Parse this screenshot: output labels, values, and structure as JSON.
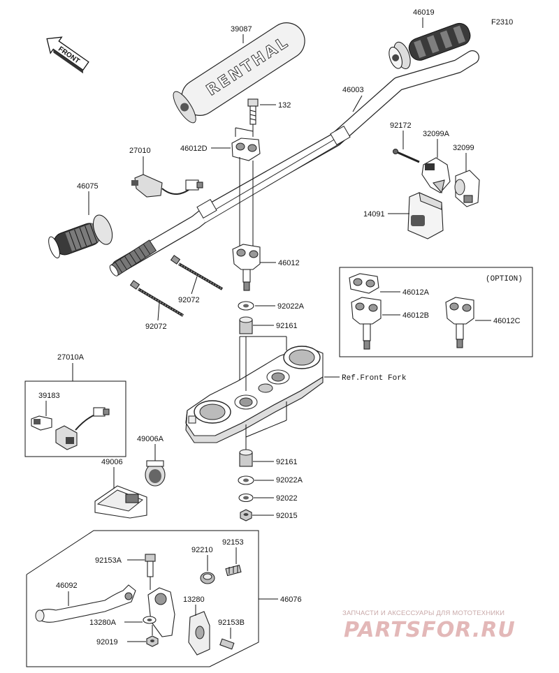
{
  "diagram_code": "F2310",
  "front_label": "FRONT",
  "bar_pad_text": "RENTHAL",
  "option_label": "(OPTION)",
  "ref_text": "Ref.Front Fork",
  "parts": {
    "p39087": "39087",
    "p46019": "46019",
    "p132": "132",
    "p46003": "46003",
    "p46012D": "46012D",
    "p27010": "27010",
    "p92172": "92172",
    "p32099A": "32099A",
    "p32099": "32099",
    "p46075": "46075",
    "p14091": "14091",
    "p46012": "46012",
    "p46012A": "46012A",
    "p46012B": "46012B",
    "p46012C": "46012C",
    "p92072a": "92072",
    "p92072b": "92072",
    "p92022A_top": "92022A",
    "p92161_top": "92161",
    "p27010A": "27010A",
    "p39183": "39183",
    "p49006A": "49006A",
    "p49006": "49006",
    "p92161_bot": "92161",
    "p92022A_bot": "92022A",
    "p92022": "92022",
    "p92015": "92015",
    "p92153": "92153",
    "p92153A": "92153A",
    "p92210": "92210",
    "p46092": "46092",
    "p13280": "13280",
    "p46076": "46076",
    "p13280A": "13280A",
    "p92153B": "92153B",
    "p92019": "92019"
  },
  "watermark": {
    "tagline": "ЗАПЧАСТИ И АКСЕССУАРЫ ДЛЯ МОТОТЕХНИКИ",
    "brand": "PARTSFOR.RU"
  }
}
